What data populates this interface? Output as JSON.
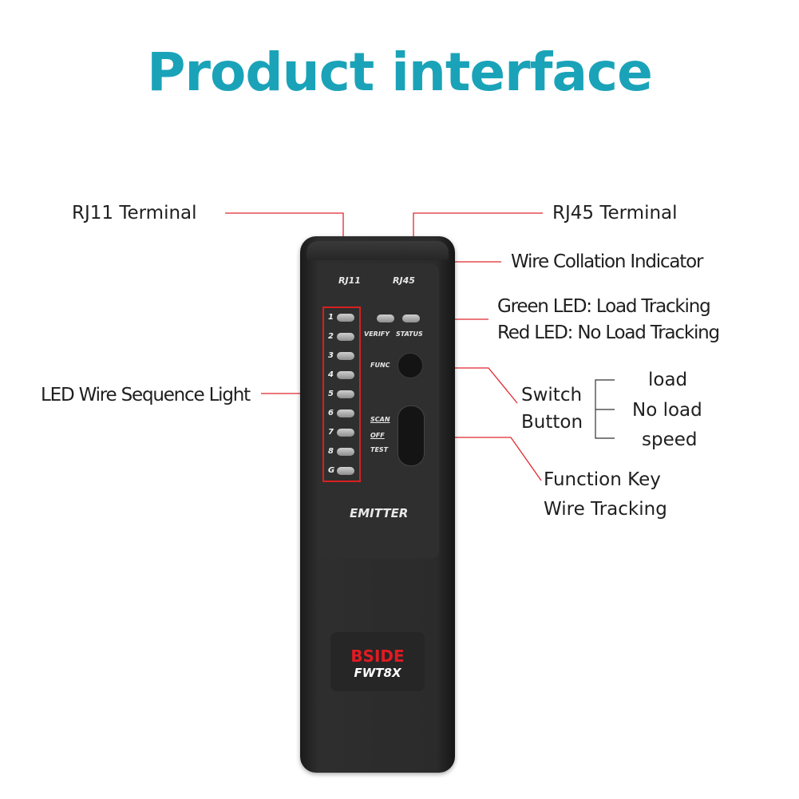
{
  "title": "Product interface",
  "callouts": {
    "rj11_terminal": "RJ11 Terminal",
    "rj45_terminal": "RJ45 Terminal",
    "wire_collation_indicator": "Wire Collation Indicator",
    "green_led": "Green LED: Load Tracking",
    "red_led": "Red LED: No Load Tracking",
    "led_wire_sequence": "LED Wire Sequence Light",
    "switch_button_line1": "Switch",
    "switch_button_line2": "Button",
    "switch_options": [
      "load",
      "No load",
      "speed"
    ],
    "function_key_line1": "Function Key",
    "function_key_line2": "Wire Tracking"
  },
  "device": {
    "port_left": "RJ11",
    "port_right": "RJ45",
    "verify_label": "VERIFY",
    "status_label": "STATUS",
    "func_label": "FUNC",
    "scan_label": "SCAN",
    "off_label": "OFF",
    "test_label": "TEST",
    "led_numbers": [
      "1",
      "2",
      "3",
      "4",
      "5",
      "6",
      "7",
      "8",
      "G"
    ],
    "emitter_label": "EMITTER",
    "brand": "BSIDE",
    "model": "FWT8X"
  },
  "colors": {
    "title": "#1aa3b8",
    "leader_line": "#e0282f",
    "device_body": "#2b2b2b",
    "brand_red": "#e11b22"
  }
}
